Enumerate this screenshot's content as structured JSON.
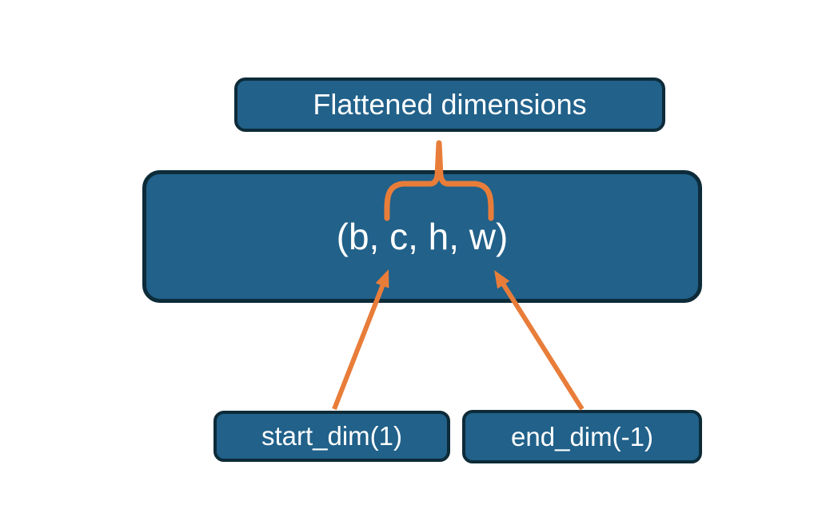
{
  "diagram": {
    "title_box": {
      "label": "Flattened dimensions"
    },
    "main_box": {
      "label": "(b, c, h, w)"
    },
    "start_box": {
      "label": "start_dim(1)"
    },
    "end_box": {
      "label": "end_dim(-1)"
    },
    "connectors": {
      "brace": "range-brace-over-c-h",
      "start_arrow": "start_dim-points-into-tuple",
      "end_arrow": "end_dim-points-into-tuple"
    }
  },
  "colors": {
    "box_fill": "#21618a",
    "box_border": "#0d2b39",
    "accent": "#e87d3a",
    "text_color": "#ffffff",
    "background": "#ffffff"
  }
}
